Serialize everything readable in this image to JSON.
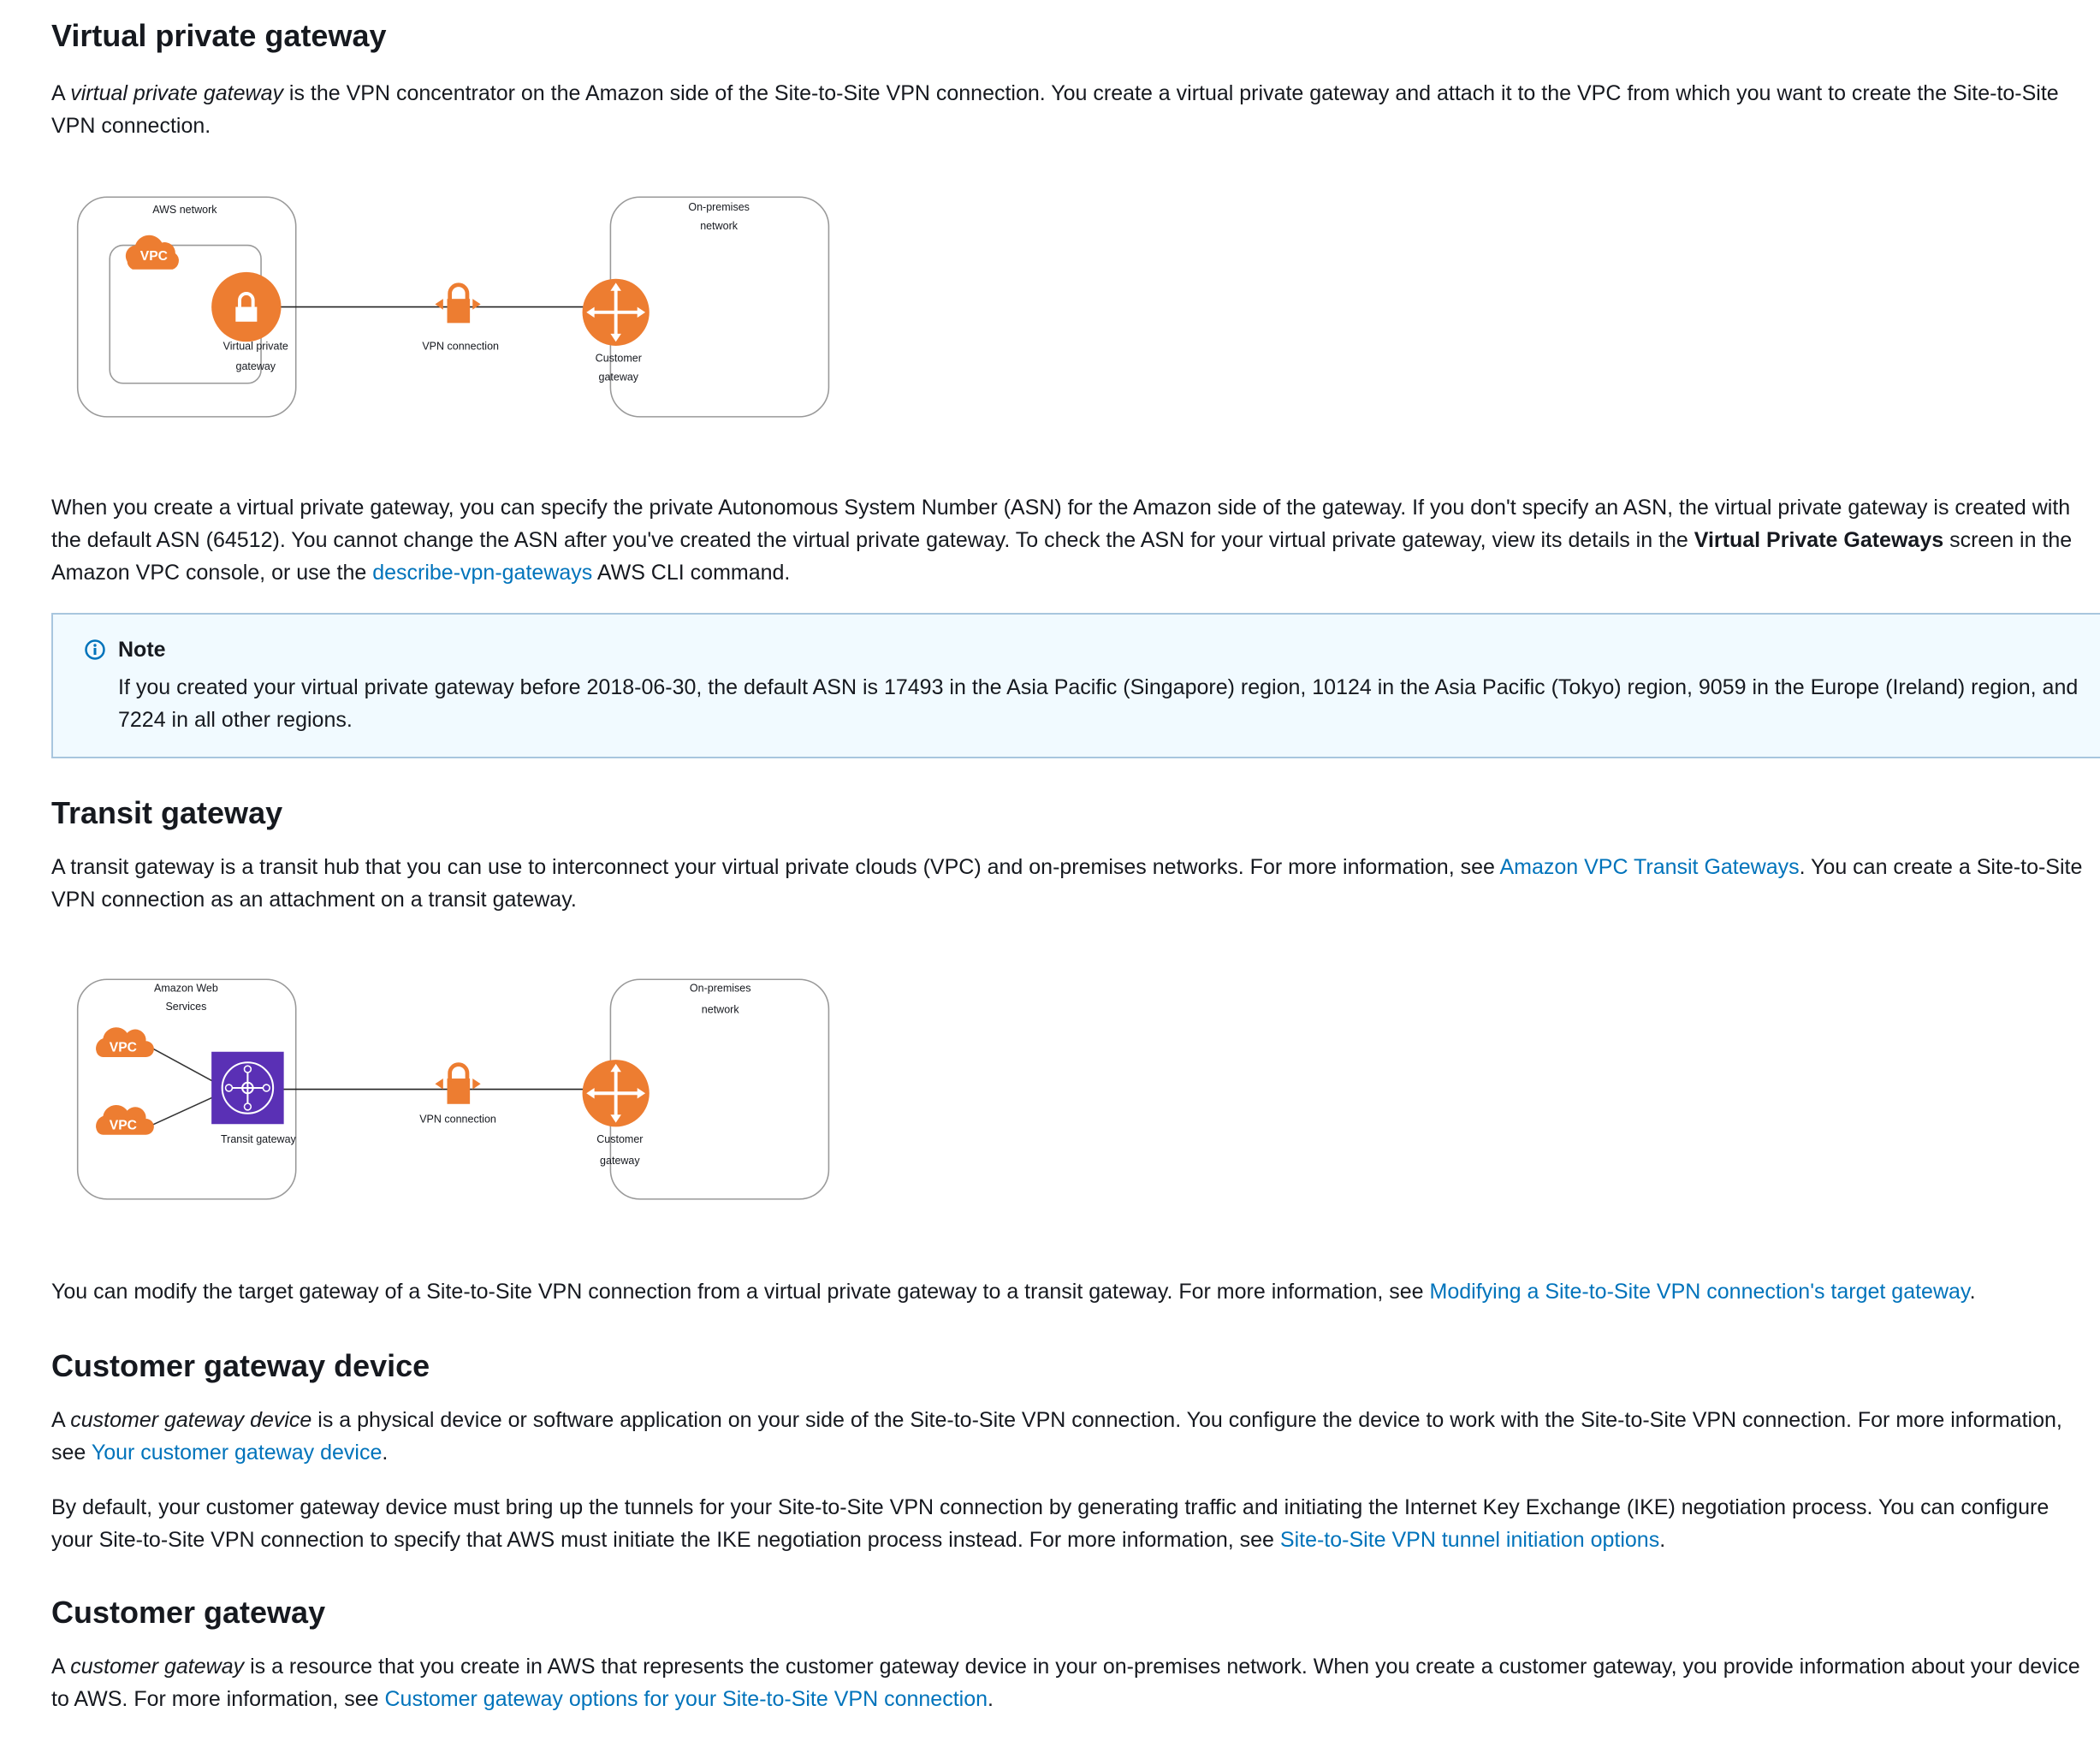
{
  "sections": {
    "vpg": {
      "heading": "Virtual private gateway",
      "p1": {
        "pre": "A ",
        "em": "virtual private gateway",
        "post": " is the VPN concentrator on the Amazon side of the Site-to-Site VPN connection. You create a virtual private gateway and attach it to the VPC from which you want to create the Site-to-Site VPN connection."
      },
      "diagram": {
        "aws_label": "AWS network",
        "vpc_label": "VPC",
        "vpg_label_1": "Virtual private",
        "vpg_label_2": "gateway",
        "vpn_label": "VPN connection",
        "cgw_label_1": "Customer",
        "cgw_label_2": "gateway",
        "onprem_label_1": "On-premises",
        "onprem_label_2": "network"
      },
      "p2": {
        "pre": "When you create a virtual private gateway, you can specify the private Autonomous System Number (ASN) for the Amazon side of the gateway. If you don't specify an ASN, the virtual private gateway is created with the default ASN (64512). You cannot change the ASN after you've created the virtual private gateway. To check the ASN for your virtual private gateway, view its details in the ",
        "bold": "Virtual Private Gateways",
        "mid": " screen in the Amazon VPC console, or use the ",
        "link": "describe-vpn-gateways",
        "post": " AWS CLI command."
      },
      "note": {
        "title": "Note",
        "body": "If you created your virtual private gateway before 2018-06-30, the default ASN is 17493 in the Asia Pacific (Singapore) region, 10124 in the Asia Pacific (Tokyo) region, 9059 in the Europe (Ireland) region, and 7224 in all other regions."
      }
    },
    "tgw": {
      "heading": "Transit gateway",
      "p1": {
        "pre": "A transit gateway is a transit hub that you can use to interconnect your virtual private clouds (VPC) and on-premises networks. For more information, see ",
        "link": "Amazon VPC Transit Gateways",
        "post": ". You can create a Site-to-Site VPN connection as an attachment on a transit gateway."
      },
      "diagram": {
        "aws_label_1": "Amazon Web",
        "aws_label_2": "Services",
        "vpc_label": "VPC",
        "tgw_label": "Transit gateway",
        "vpn_label": "VPN connection",
        "cgw_label_1": "Customer",
        "cgw_label_2": "gateway",
        "onprem_label_1": "On-premises",
        "onprem_label_2": "network"
      },
      "p2": {
        "pre": "You can modify the target gateway of a Site-to-Site VPN connection from a virtual private gateway to a transit gateway. For more information, see ",
        "link": "Modifying a Site-to-Site VPN connection's target gateway",
        "post": "."
      }
    },
    "cgd": {
      "heading": "Customer gateway device",
      "p1": {
        "pre": "A ",
        "em": "customer gateway device",
        "mid": " is a physical device or software application on your side of the Site-to-Site VPN connection. You configure the device to work with the Site-to-Site VPN connection. For more information, see ",
        "link": "Your customer gateway device",
        "post": "."
      },
      "p2": {
        "pre": "By default, your customer gateway device must bring up the tunnels for your Site-to-Site VPN connection by generating traffic and initiating the Internet Key Exchange (IKE) negotiation process. You can configure your Site-to-Site VPN connection to specify that AWS must initiate the IKE negotiation process instead. For more information, see ",
        "link": "Site-to-Site VPN tunnel initiation options",
        "post": "."
      }
    },
    "cg": {
      "heading": "Customer gateway",
      "p1": {
        "pre": "A ",
        "em": "customer gateway",
        "mid": " is a resource that you create in AWS that represents the customer gateway device in your on-premises network. When you create a customer gateway, you provide information about your device to AWS. For more information, see ",
        "link": "Customer gateway options for your Site-to-Site VPN connection",
        "post": "."
      }
    }
  },
  "colors": {
    "text": "#16191f",
    "link": "#0073bb",
    "orange": "#ed7d31",
    "purple": "#5a30b5",
    "note_bg": "#f1faff",
    "note_border": "#a8c6de"
  }
}
